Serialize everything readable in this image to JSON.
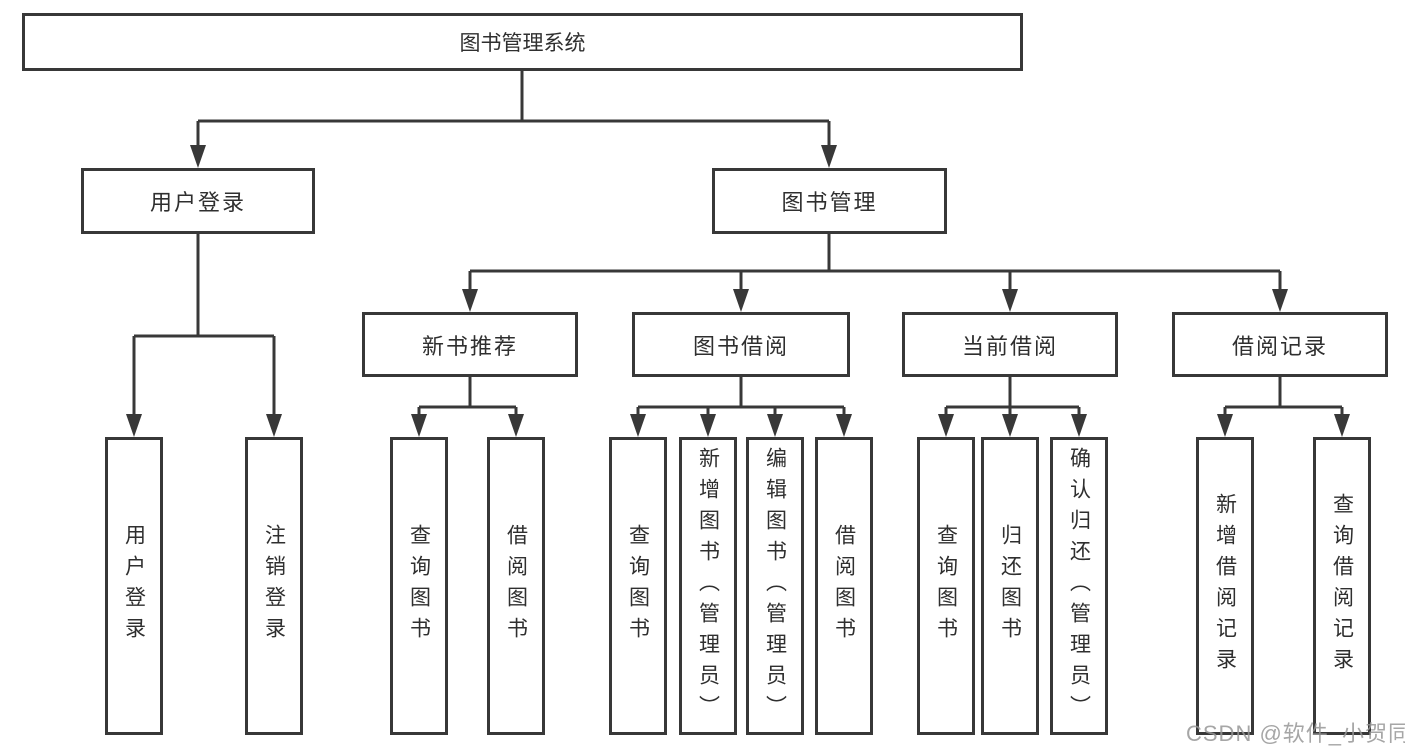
{
  "tree": {
    "root": "图书管理系统",
    "branches": [
      {
        "label": "用户登录",
        "children": [
          "用户登录",
          "注销登录"
        ]
      },
      {
        "label": "图书管理",
        "sections": [
          {
            "label": "新书推荐",
            "children": [
              "查询图书",
              "借阅图书"
            ]
          },
          {
            "label": "图书借阅",
            "children": [
              "查询图书",
              "新增图书（管理员）",
              "编辑图书（管理员）",
              "借阅图书"
            ]
          },
          {
            "label": "当前借阅",
            "children": [
              "查询图书",
              "归还图书",
              "确认归还（管理员）"
            ]
          },
          {
            "label": "借阅记录",
            "children": [
              "新增借阅记录",
              "查询借阅记录"
            ]
          }
        ]
      }
    ]
  },
  "colors": {
    "line": "#383838",
    "text": "#2f2f2f",
    "watermark": "#969696"
  },
  "watermark": {
    "text": "CSDN @软件_小贺同学"
  }
}
